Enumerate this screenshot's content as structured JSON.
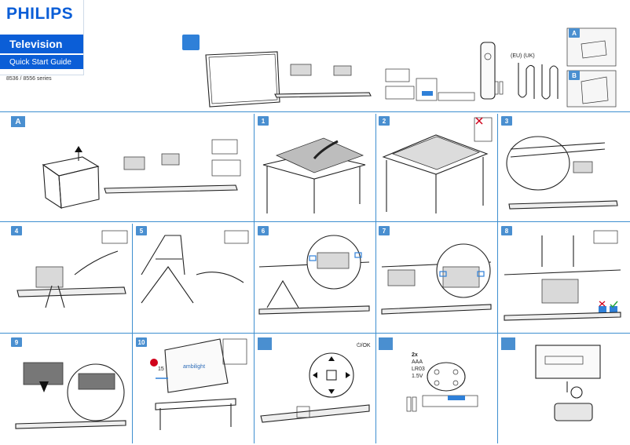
{
  "brand": "PHILIPS",
  "product": "Television",
  "guide_title": "Quick Start Guide",
  "series": "8536 / 8556 series",
  "plug_regions": "(EU) (UK)",
  "box_tags": [
    "A",
    "B"
  ],
  "section_a_tag": "A",
  "steps": [
    "1",
    "2",
    "3",
    "4",
    "5",
    "6",
    "7",
    "8",
    "9",
    "10"
  ],
  "remote_ok_label": "⏻/OK",
  "battery": {
    "count": "2x",
    "type": "AAA",
    "model": "LR03",
    "voltage": "1.5V"
  },
  "ambilight_text": "ambilight",
  "distance_value": "15"
}
